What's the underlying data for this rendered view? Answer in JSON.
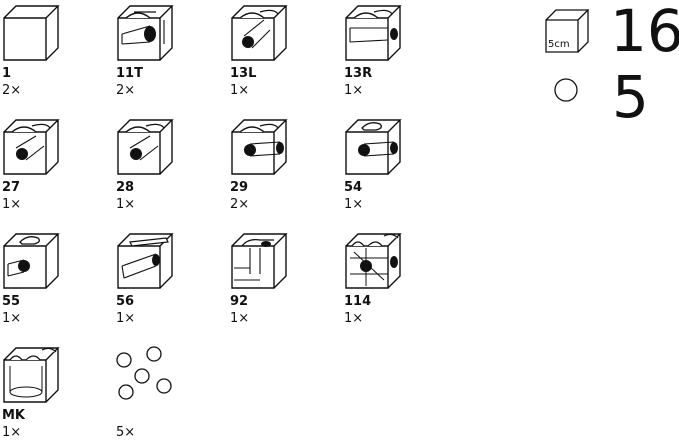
{
  "parts": [
    {
      "code": "1",
      "qty": "2×",
      "icon": "plain-cube-icon"
    },
    {
      "code": "11T",
      "qty": "2×",
      "icon": "cube-11t-icon"
    },
    {
      "code": "13L",
      "qty": "1×",
      "icon": "cube-13l-icon"
    },
    {
      "code": "13R",
      "qty": "1×",
      "icon": "cube-13r-icon"
    },
    {
      "code": "27",
      "qty": "1×",
      "icon": "cube-27-icon"
    },
    {
      "code": "28",
      "qty": "1×",
      "icon": "cube-28-icon"
    },
    {
      "code": "29",
      "qty": "2×",
      "icon": "cube-29-icon"
    },
    {
      "code": "54",
      "qty": "1×",
      "icon": "cube-54-icon"
    },
    {
      "code": "55",
      "qty": "1×",
      "icon": "cube-55-icon"
    },
    {
      "code": "56",
      "qty": "1×",
      "icon": "cube-56-icon"
    },
    {
      "code": "92",
      "qty": "1×",
      "icon": "cube-92-icon"
    },
    {
      "code": "114",
      "qty": "1×",
      "icon": "cube-114-icon"
    },
    {
      "code": "MK",
      "qty": "1×",
      "icon": "cube-mk-icon"
    },
    {
      "code": "",
      "qty": "5×",
      "icon": "marbles-icon"
    }
  ],
  "summary": {
    "cube_count": "16",
    "cube_size_label": "5cm",
    "marble_count": "5"
  }
}
